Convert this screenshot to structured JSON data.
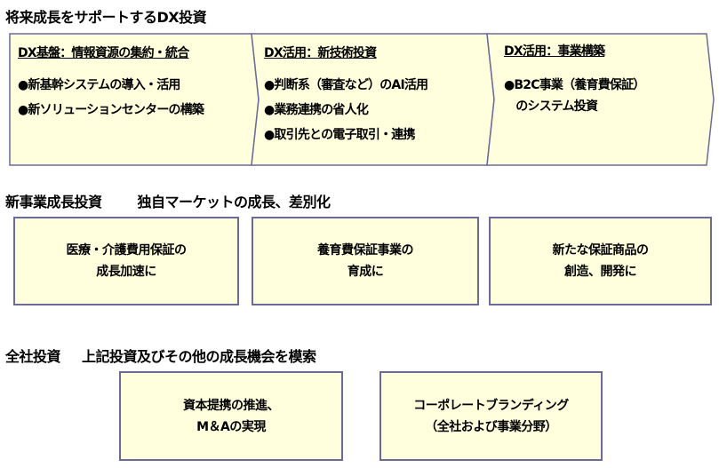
{
  "title": "将来成長をサポートするDX投資",
  "dx": [
    {
      "heading": "DX基盤：情報資源の集約・統合",
      "items": [
        "●新基幹システムの導入・活用",
        "●新ソリューションセンターの構築"
      ]
    },
    {
      "heading": "DX活用：新技術投資",
      "items": [
        "●判断系（審査など）のAI活用",
        "●業務連携の省人化",
        "●取引先との電子取引・連携"
      ]
    },
    {
      "heading": "DX活用：事業構築",
      "items": [
        "●B2C事業（養育費保証）",
        "　のシステム投資"
      ]
    }
  ],
  "new_business": {
    "title": "新事業成長投資",
    "subtitle": "独自マーケットの成長、差別化",
    "boxes": [
      [
        "医療・介護費用保証の",
        "成長加速に"
      ],
      [
        "養育費保証事業の",
        "育成に"
      ],
      [
        "新たな保証商品の",
        "創造、開発に"
      ]
    ]
  },
  "company": {
    "title": "全社投資",
    "subtitle": "上記投資及びその他の成長機会を模索",
    "boxes": [
      [
        "資本提携の推進、",
        "M＆Aの実現"
      ],
      [
        "コーポレートブランディング",
        "（全社および事業分野）"
      ]
    ]
  },
  "colors": {
    "fill": "#ffffdd",
    "border": "#6b6b9a"
  }
}
